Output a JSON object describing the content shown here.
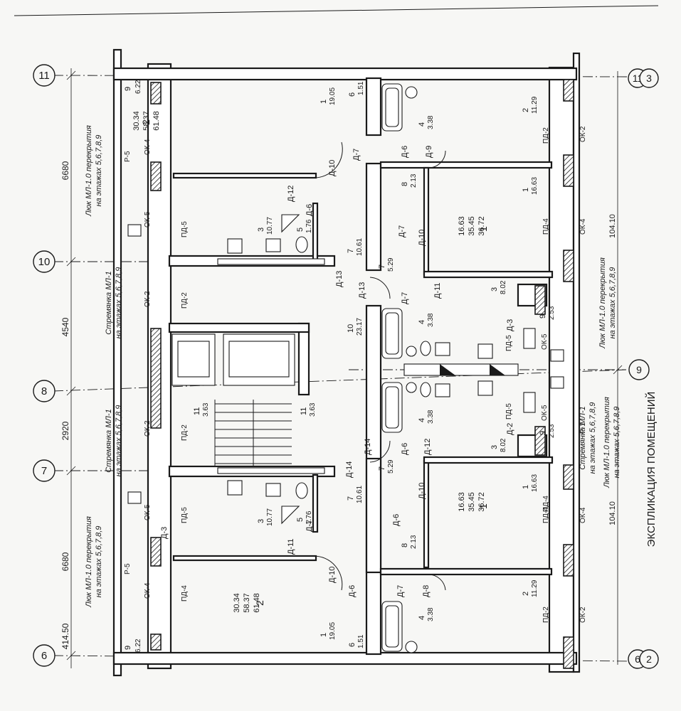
{
  "axes_left": [
    {
      "id": "ax-11",
      "label": "11"
    },
    {
      "id": "ax-10",
      "label": "10"
    },
    {
      "id": "ax-8",
      "label": "8"
    },
    {
      "id": "ax-7",
      "label": "7"
    },
    {
      "id": "ax-6",
      "label": "6"
    }
  ],
  "axes_right": [
    {
      "id": "ax-r11",
      "label": "11"
    },
    {
      "id": "ax-r9",
      "label": "9"
    },
    {
      "id": "ax-r6",
      "label": "6"
    }
  ],
  "section_marks": {
    "top": "3",
    "bottom": "2"
  },
  "dimensions_left": [
    "6680",
    "4540",
    "2920",
    "6680",
    "414.50"
  ],
  "dimensions_right": [
    "104.10",
    "104.10"
  ],
  "notes": {
    "lintel_top": [
      "Люк МЛ-1.0 перекрытия",
      "на этажах 5,6,7,8,9"
    ],
    "ladder_10": [
      "Стремянка МЛ-1",
      "на этажах 5,6,7,8,9"
    ],
    "ladder_7": [
      "Стремянка МЛ-1",
      "на этажах 5,6,7,8,9"
    ],
    "lintel_bottom": [
      "Люк МЛ-1.0 перекрытия",
      "на этажах 5,6,7,8,9"
    ],
    "right_top": [
      "Люк МЛ-1.0 перекрытия",
      "на этажах 5,6,7,8,9"
    ],
    "right_ladder": [
      "Стремянка МЛ-1",
      "на этажах 5,6,7,8,9"
    ],
    "right_bottom": [
      "Люк МЛ-1.0 перекрытия",
      "на этажах 5,6,7,8,9"
    ]
  },
  "legend_title": "ЭКСПЛИКАЦИЯ ПОМЕЩЕНИЙ",
  "apartments": {
    "a_top_left": {
      "rooms": "2",
      "living": "30.34",
      "useful": "58.37",
      "total": "61.48"
    },
    "a_top_right": {
      "rooms": "1",
      "living": "16.63",
      "useful": "35.45",
      "total": "36.72"
    },
    "a_bottom_right": {
      "rooms": "1",
      "living": "16.63",
      "useful": "35.45",
      "total": "36.72"
    },
    "a_bottom_left": {
      "rooms": "2",
      "living": "30.34",
      "useful": "58.37",
      "total": "61.48"
    }
  },
  "rooms": [
    {
      "n": "9",
      "a": "6.22"
    },
    {
      "n": "1",
      "a": "19.05"
    },
    {
      "n": "6",
      "a": "1.51"
    },
    {
      "n": "3",
      "a": "10.77"
    },
    {
      "n": "5",
      "a": "1.76"
    },
    {
      "n": "7",
      "a": "10.61"
    },
    {
      "n": "4",
      "a": "3.38"
    },
    {
      "n": "2",
      "a": "11.29"
    },
    {
      "n": "8",
      "a": "2.13"
    },
    {
      "n": "1",
      "a": "16.63"
    },
    {
      "n": "7",
      "a": "5.29"
    },
    {
      "n": "3",
      "a": "8.02"
    },
    {
      "n": "9",
      "a": "2.53"
    },
    {
      "n": "10",
      "a": "23.17"
    },
    {
      "n": "4",
      "a": "3.38"
    },
    {
      "n": "11",
      "a": "3.63"
    },
    {
      "n": "11",
      "a": "3.63"
    },
    {
      "n": "4",
      "a": "3.38"
    },
    {
      "n": "7",
      "a": "5.29"
    },
    {
      "n": "3",
      "a": "8.02"
    },
    {
      "n": "9",
      "a": "2.53"
    },
    {
      "n": "1",
      "a": "16.63"
    },
    {
      "n": "7",
      "a": "10.61"
    },
    {
      "n": "8",
      "a": "2.13"
    },
    {
      "n": "3",
      "a": "10.77"
    },
    {
      "n": "5",
      "a": "1.76"
    },
    {
      "n": "4",
      "a": "3.38"
    },
    {
      "n": "2",
      "a": "11.29"
    },
    {
      "n": "1",
      "a": "19.05"
    },
    {
      "n": "6",
      "a": "1.51"
    },
    {
      "n": "9",
      "a": "6.22"
    }
  ],
  "doors": [
    "Д-10",
    "Д-7",
    "Д-12",
    "Д-6",
    "Д-6",
    "Д-9",
    "Д-7",
    "Д-10",
    "Д-13",
    "Д-13",
    "Д-11",
    "Д-7",
    "Д-3",
    "Д-14",
    "Д-14",
    "Д-6",
    "Д-12",
    "Д-2",
    "Д-11",
    "Д-7",
    "Д-10",
    "Д-6",
    "Д-10",
    "Д-6",
    "Д-7",
    "Д-8",
    "Д-3"
  ],
  "openings": [
    "ОК-4",
    "ОК-5",
    "ПД-5",
    "ОК-2",
    "ПД-2",
    "ОК-2",
    "ПД-2",
    "ОК-5",
    "ПД-5",
    "ОК-4",
    "ПД-4",
    "Р-5",
    "Р-5",
    "ПД-2",
    "ОК-2",
    "ПД-4",
    "ОК-4",
    "ПД-5",
    "ОК-5",
    "ПД-5",
    "ОК-5",
    "ОК-4",
    "ПД-4",
    "ПД-2",
    "ОК-2",
    "Р-1",
    "ПД-4"
  ]
}
